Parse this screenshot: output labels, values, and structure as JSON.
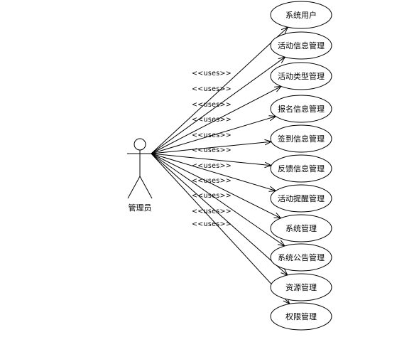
{
  "actor": {
    "name": "管理员"
  },
  "stereotype": "<<uses>>",
  "use_cases": [
    {
      "label": "系统用户"
    },
    {
      "label": "活动信息管理"
    },
    {
      "label": "活动类型管理"
    },
    {
      "label": "报名信息管理"
    },
    {
      "label": "签到信息管理"
    },
    {
      "label": "反馈信息管理"
    },
    {
      "label": "活动提醒管理"
    },
    {
      "label": "系统管理"
    },
    {
      "label": "系统公告管理"
    },
    {
      "label": "资源管理"
    },
    {
      "label": "权限管理"
    }
  ]
}
